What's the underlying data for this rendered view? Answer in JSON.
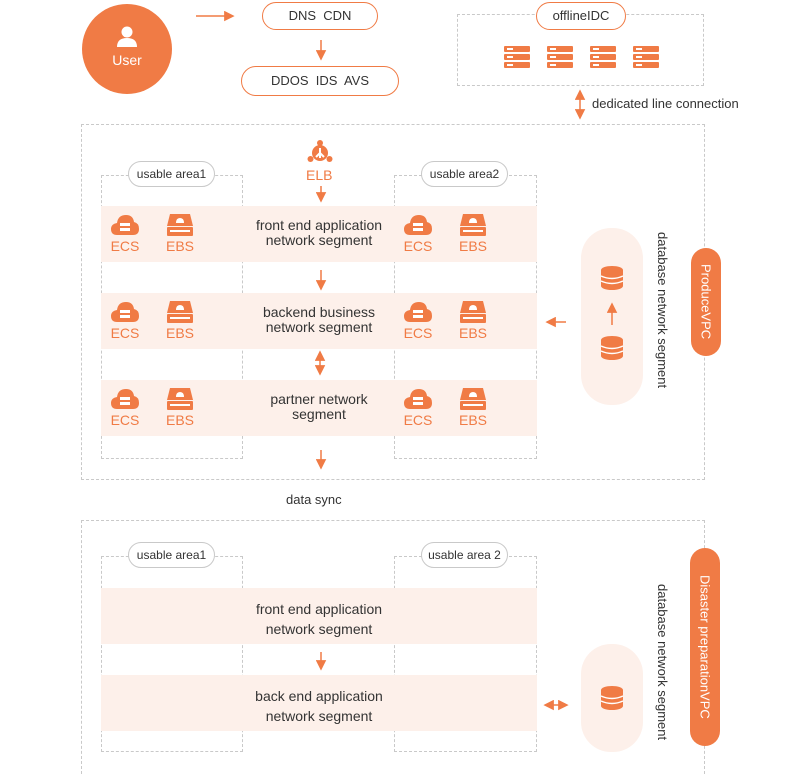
{
  "top": {
    "user_label": "User",
    "dns_label": "DNS  CDN",
    "ddos_label": "DDOS  IDS  AVS",
    "offline_label": "offlineIDC",
    "dedicated_line": "dedicated line connection",
    "elb_label": "ELB"
  },
  "produce": {
    "vpc_label": "ProduceVPC",
    "area1": "usable area1",
    "area2": "usable area2",
    "db_segment": "database network segment",
    "segments": [
      {
        "label": "front end application network segment"
      },
      {
        "label": "backend business network segment"
      },
      {
        "label": "partner network segment"
      }
    ]
  },
  "data_sync": "data sync",
  "disaster": {
    "vpc_label": "Disaster preparationVPC",
    "area1": "usable area1",
    "area2": "usable area 2",
    "db_segment": "database network segment",
    "segments": [
      {
        "label": "front end application network segment"
      },
      {
        "label": "back end application network segment"
      }
    ]
  },
  "service_labels": {
    "ecs": "ECS",
    "ebs": "EBS"
  },
  "colors": {
    "accent": "#f07b45",
    "band": "#fdf0ea",
    "border": "#c9c9c9"
  }
}
